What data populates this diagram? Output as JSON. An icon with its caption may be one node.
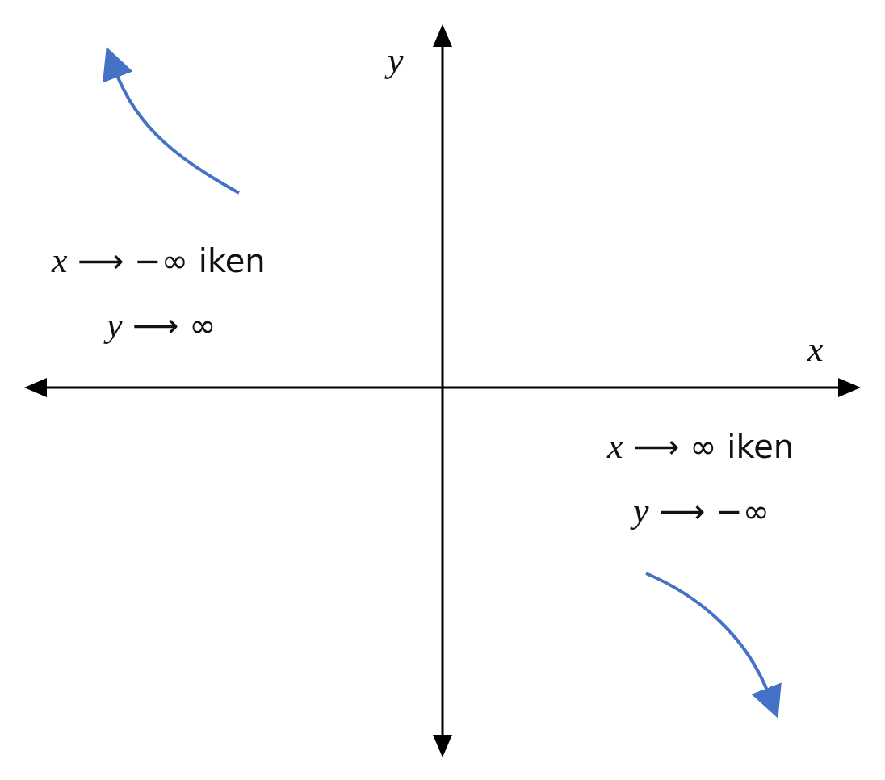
{
  "diagram": {
    "labels": [
      "y",
      "*x* ⟶ −∞ iken",
      "*y* ⟶ ∞",
      "x",
      "*x* ⟶ ∞ iken",
      "*y* ⟶ −∞"
    ]
  }
}
